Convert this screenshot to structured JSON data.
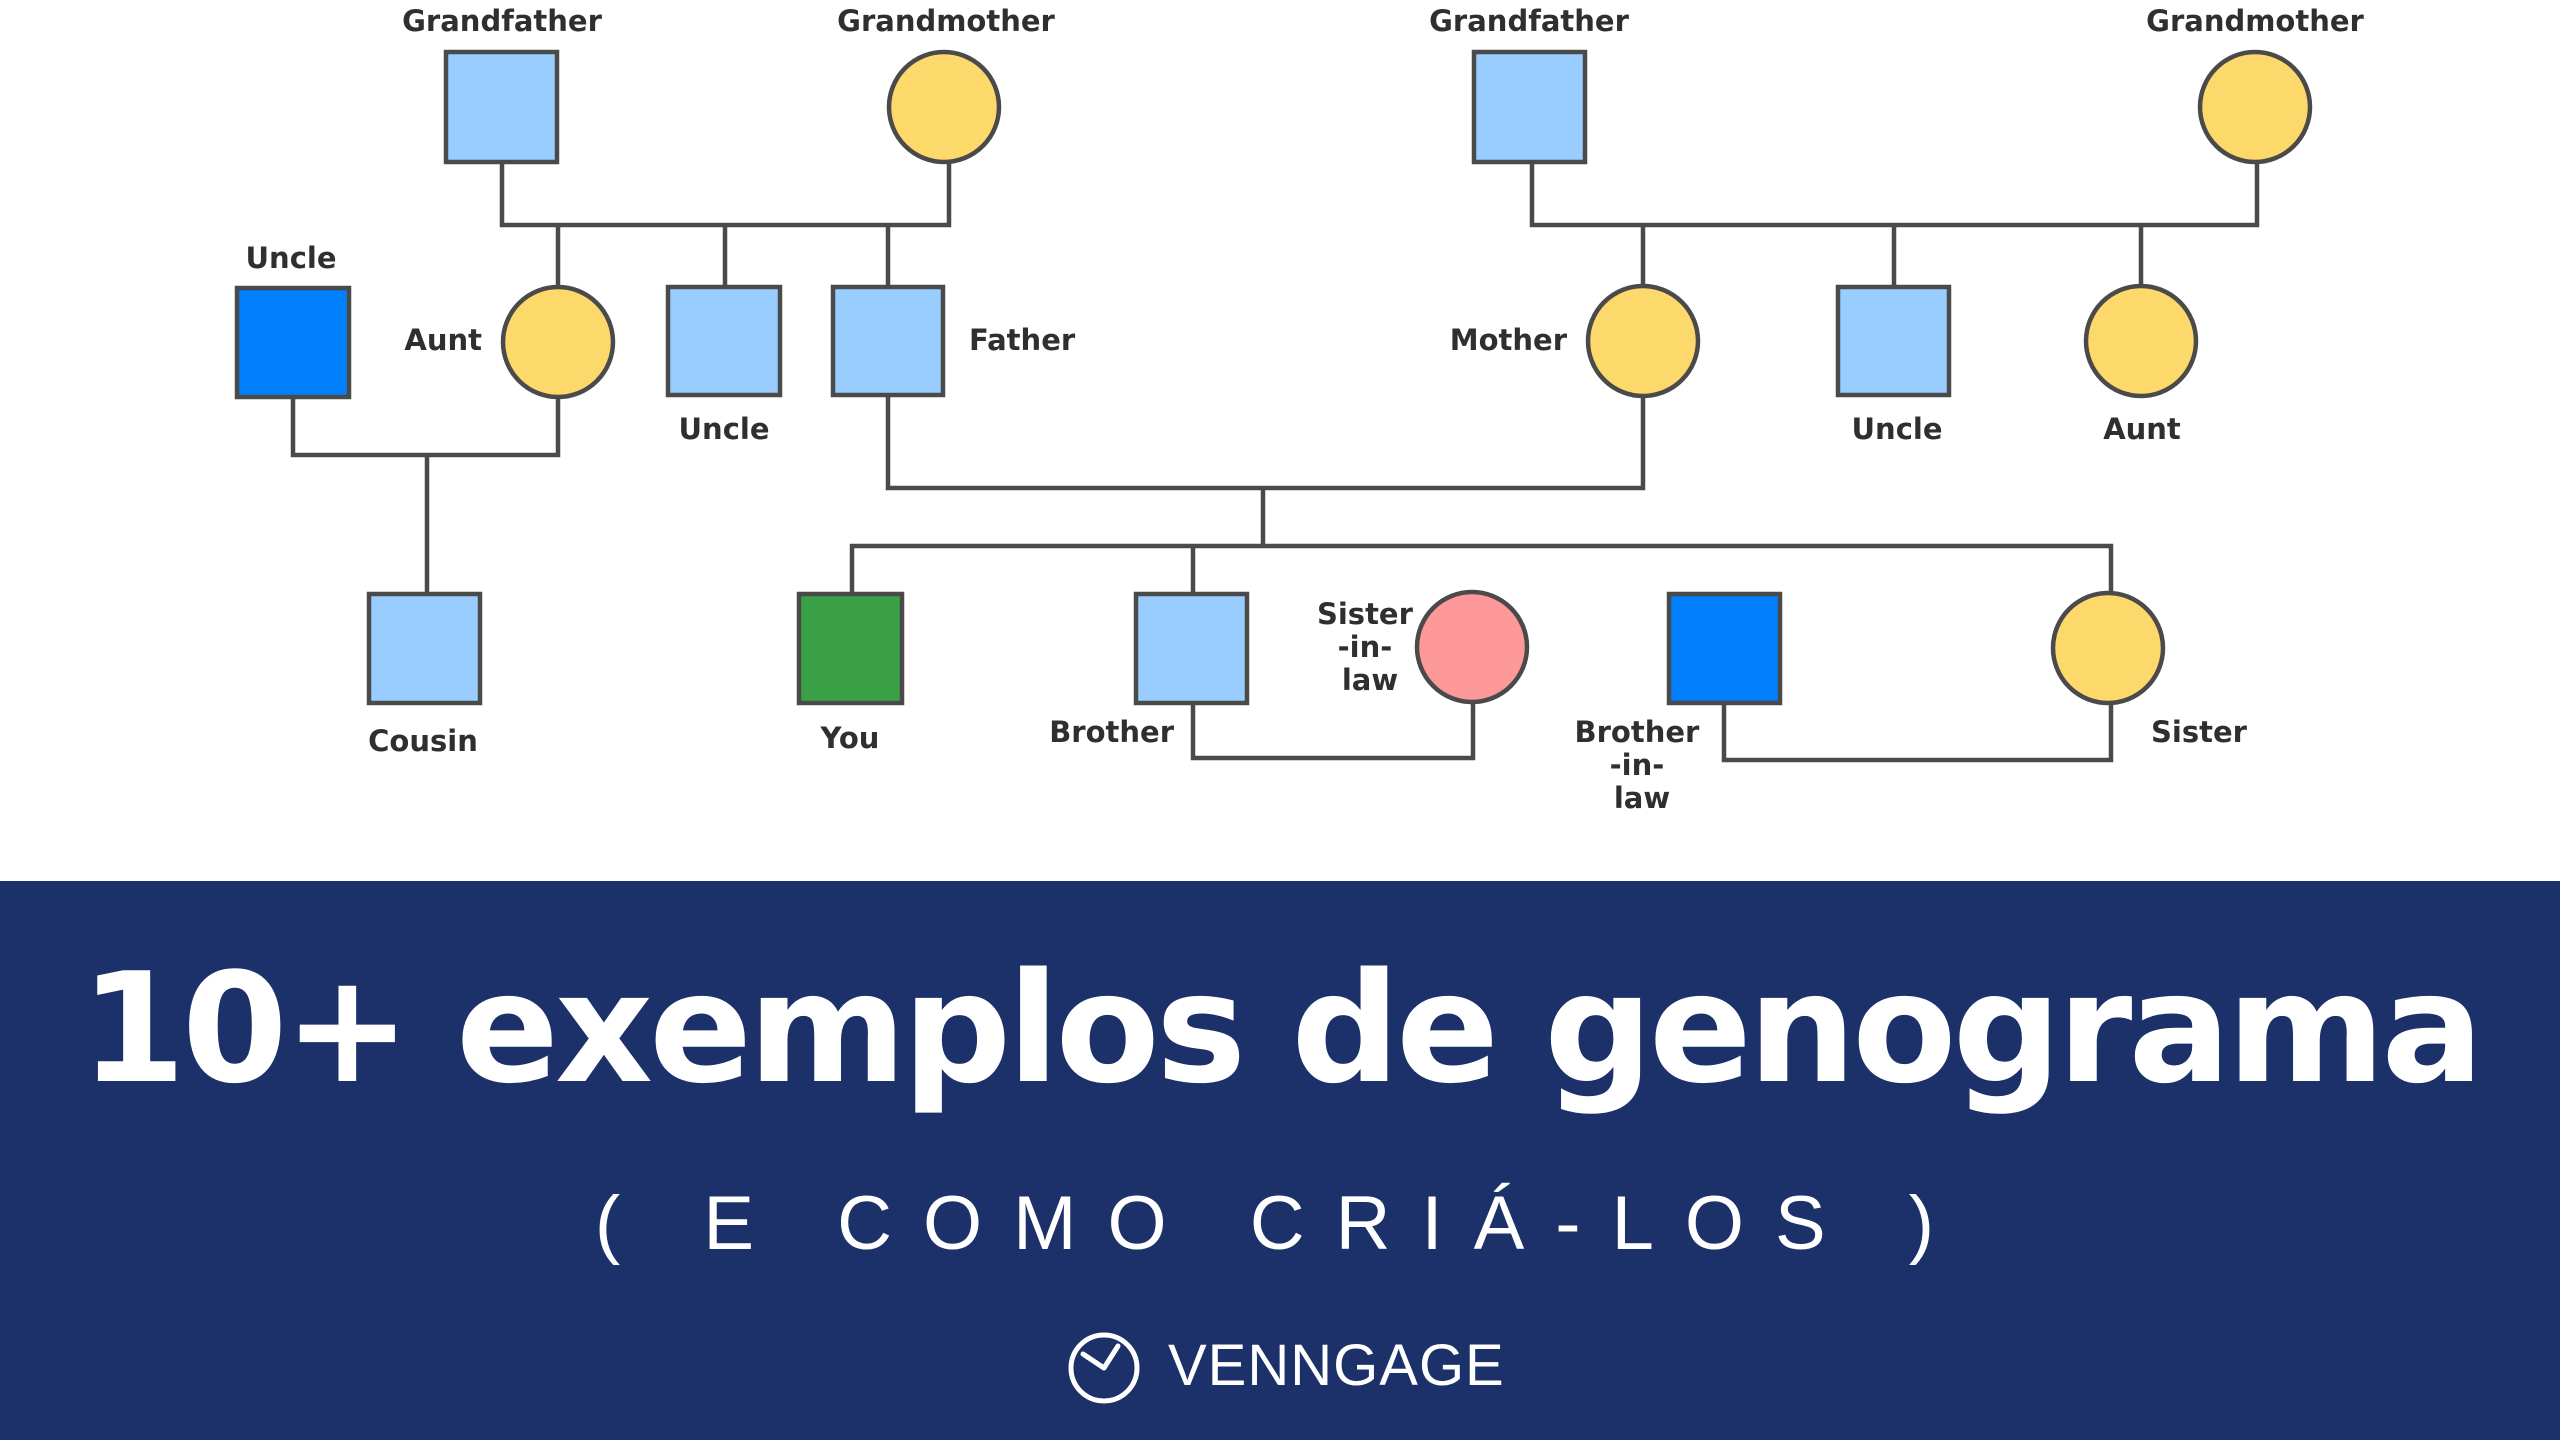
{
  "colors": {
    "male": "#99ccff",
    "female": "#fdd86a",
    "male_in_law": "#0080ff",
    "female_in_law": "#fe9999",
    "self": "#3aa147",
    "line": "#4a4a4a",
    "banner": "#1c3169"
  },
  "genogram": {
    "paternal_grandfather": "Grandfather",
    "paternal_grandmother": "Grandmother",
    "maternal_grandfather": "Grandfather",
    "maternal_grandmother": "Grandmother",
    "aunt_husband": "Uncle",
    "paternal_aunt": "Aunt",
    "paternal_uncle": "Uncle",
    "father": "Father",
    "mother": "Mother",
    "maternal_uncle": "Uncle",
    "maternal_aunt": "Aunt",
    "cousin": "Cousin",
    "you": "You",
    "brother": "Brother",
    "sister_in_law": [
      "Sister",
      "-in-",
      "law"
    ],
    "brother_in_law": [
      "Brother",
      "-in-",
      "law"
    ],
    "sister": "Sister"
  },
  "banner": {
    "title": "10+ exemplos de genograma",
    "subtitle": "( E COMO CRIÁ-LOS )",
    "brand": "VENNGAGE",
    "logo_icon": "venngage-clock-logo-icon"
  }
}
